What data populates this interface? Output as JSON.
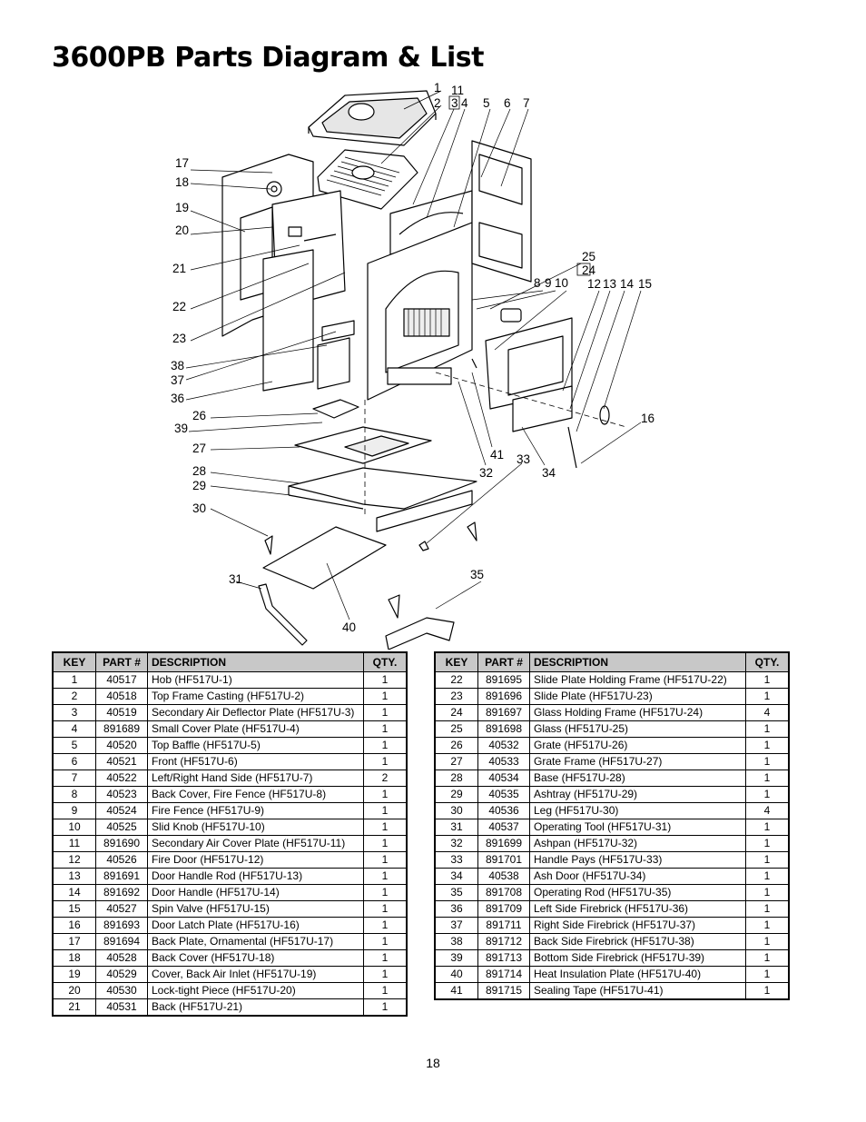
{
  "title": "3600PB Parts Diagram & List",
  "page_number": "18",
  "diagram_labels": [
    "1",
    "2",
    "3",
    "4",
    "5",
    "6",
    "7",
    "11",
    "17",
    "18",
    "19",
    "20",
    "21",
    "22",
    "23",
    "38",
    "37",
    "36",
    "26",
    "39",
    "27",
    "28",
    "29",
    "30",
    "31",
    "40",
    "25",
    "24",
    "8",
    "9",
    "10",
    "12",
    "13",
    "14",
    "15",
    "16",
    "41",
    "32",
    "33",
    "34",
    "35"
  ],
  "table": {
    "headers": {
      "key": "KEY",
      "part": "PART #",
      "description": "DESCRIPTION",
      "qty": "QTY."
    },
    "left_rows": [
      [
        "1",
        "40517",
        "Hob (HF517U-1)",
        "1"
      ],
      [
        "2",
        "40518",
        "Top Frame Casting (HF517U-2)",
        "1"
      ],
      [
        "3",
        "40519",
        "Secondary Air Deflector Plate (HF517U-3)",
        "1"
      ],
      [
        "4",
        "891689",
        "Small Cover Plate (HF517U-4)",
        "1"
      ],
      [
        "5",
        "40520",
        "Top Baffle (HF517U-5)",
        "1"
      ],
      [
        "6",
        "40521",
        "Front (HF517U-6)",
        "1"
      ],
      [
        "7",
        "40522",
        "Left/Right Hand Side (HF517U-7)",
        "2"
      ],
      [
        "8",
        "40523",
        "Back Cover, Fire Fence (HF517U-8)",
        "1"
      ],
      [
        "9",
        "40524",
        "Fire Fence (HF517U-9)",
        "1"
      ],
      [
        "10",
        "40525",
        "Slid Knob (HF517U-10)",
        "1"
      ],
      [
        "11",
        "891690",
        "Secondary Air Cover Plate (HF517U-11)",
        "1"
      ],
      [
        "12",
        "40526",
        "Fire Door (HF517U-12)",
        "1"
      ],
      [
        "13",
        "891691",
        "Door Handle Rod (HF517U-13)",
        "1"
      ],
      [
        "14",
        "891692",
        "Door Handle (HF517U-14)",
        "1"
      ],
      [
        "15",
        "40527",
        "Spin Valve (HF517U-15)",
        "1"
      ],
      [
        "16",
        "891693",
        "Door Latch Plate (HF517U-16)",
        "1"
      ],
      [
        "17",
        "891694",
        "Back Plate, Ornamental (HF517U-17)",
        "1"
      ],
      [
        "18",
        "40528",
        "Back Cover (HF517U-18)",
        "1"
      ],
      [
        "19",
        "40529",
        "Cover, Back Air Inlet (HF517U-19)",
        "1"
      ],
      [
        "20",
        "40530",
        "Lock-tight Piece (HF517U-20)",
        "1"
      ],
      [
        "21",
        "40531",
        "Back (HF517U-21)",
        "1"
      ]
    ],
    "right_rows": [
      [
        "22",
        "891695",
        "Slide Plate Holding Frame (HF517U-22)",
        "1"
      ],
      [
        "23",
        "891696",
        "Slide Plate (HF517U-23)",
        "1"
      ],
      [
        "24",
        "891697",
        "Glass Holding Frame (HF517U-24)",
        "4"
      ],
      [
        "25",
        "891698",
        "Glass (HF517U-25)",
        "1"
      ],
      [
        "26",
        "40532",
        "Grate (HF517U-26)",
        "1"
      ],
      [
        "27",
        "40533",
        "Grate Frame (HF517U-27)",
        "1"
      ],
      [
        "28",
        "40534",
        "Base (HF517U-28)",
        "1"
      ],
      [
        "29",
        "40535",
        "Ashtray (HF517U-29)",
        "1"
      ],
      [
        "30",
        "40536",
        "Leg (HF517U-30)",
        "4"
      ],
      [
        "31",
        "40537",
        "Operating Tool (HF517U-31)",
        "1"
      ],
      [
        "32",
        "891699",
        "Ashpan (HF517U-32)",
        "1"
      ],
      [
        "33",
        "891701",
        "Handle Pays (HF517U-33)",
        "1"
      ],
      [
        "34",
        "40538",
        "Ash Door (HF517U-34)",
        "1"
      ],
      [
        "35",
        "891708",
        "Operating Rod (HF517U-35)",
        "1"
      ],
      [
        "36",
        "891709",
        "Left Side Firebrick (HF517U-36)",
        "1"
      ],
      [
        "37",
        "891711",
        "Right Side Firebrick (HF517U-37)",
        "1"
      ],
      [
        "38",
        "891712",
        "Back Side Firebrick (HF517U-38)",
        "1"
      ],
      [
        "39",
        "891713",
        "Bottom Side Firebrick (HF517U-39)",
        "1"
      ],
      [
        "40",
        "891714",
        "Heat Insulation Plate (HF517U-40)",
        "1"
      ],
      [
        "41",
        "891715",
        "Sealing Tape (HF517U-41)",
        "1"
      ]
    ]
  }
}
